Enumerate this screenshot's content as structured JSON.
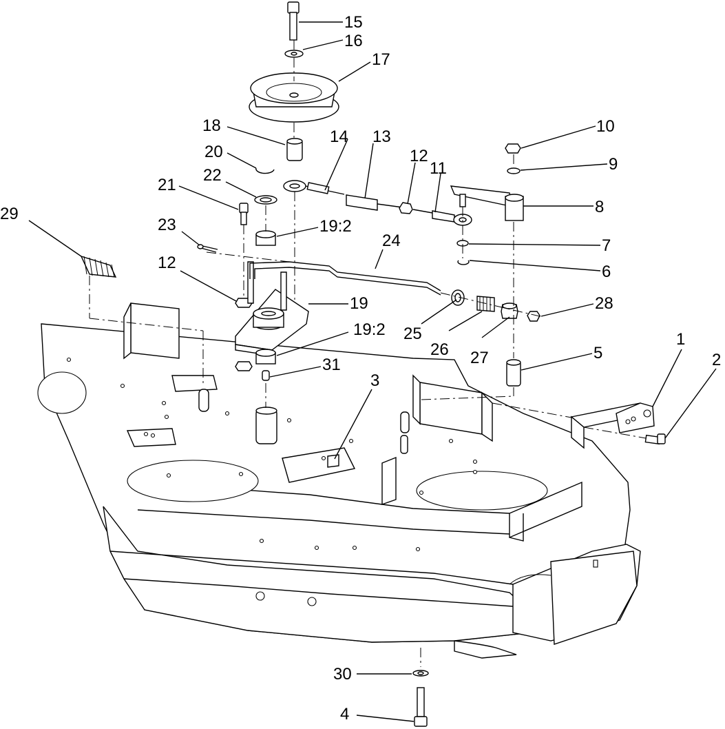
{
  "callouts": [
    {
      "id": "c1",
      "label": "1"
    },
    {
      "id": "c2",
      "label": "2"
    },
    {
      "id": "c3",
      "label": "3"
    },
    {
      "id": "c4",
      "label": "4"
    },
    {
      "id": "c5",
      "label": "5"
    },
    {
      "id": "c6",
      "label": "6"
    },
    {
      "id": "c7",
      "label": "7"
    },
    {
      "id": "c8",
      "label": "8"
    },
    {
      "id": "c9",
      "label": "9"
    },
    {
      "id": "c10",
      "label": "10"
    },
    {
      "id": "c11",
      "label": "11"
    },
    {
      "id": "c12a",
      "label": "12"
    },
    {
      "id": "c12b",
      "label": "12"
    },
    {
      "id": "c13",
      "label": "13"
    },
    {
      "id": "c14",
      "label": "14"
    },
    {
      "id": "c15",
      "label": "15"
    },
    {
      "id": "c16",
      "label": "16"
    },
    {
      "id": "c17",
      "label": "17"
    },
    {
      "id": "c18",
      "label": "18"
    },
    {
      "id": "c19",
      "label": "19"
    },
    {
      "id": "c19a",
      "label": "19:2"
    },
    {
      "id": "c19b",
      "label": "19:2"
    },
    {
      "id": "c20",
      "label": "20"
    },
    {
      "id": "c21",
      "label": "21"
    },
    {
      "id": "c22",
      "label": "22"
    },
    {
      "id": "c23",
      "label": "23"
    },
    {
      "id": "c24",
      "label": "24"
    },
    {
      "id": "c25",
      "label": "25"
    },
    {
      "id": "c26",
      "label": "26"
    },
    {
      "id": "c27",
      "label": "27"
    },
    {
      "id": "c28",
      "label": "28"
    },
    {
      "id": "c29",
      "label": "29"
    },
    {
      "id": "c30",
      "label": "30"
    },
    {
      "id": "c31",
      "label": "31"
    }
  ]
}
